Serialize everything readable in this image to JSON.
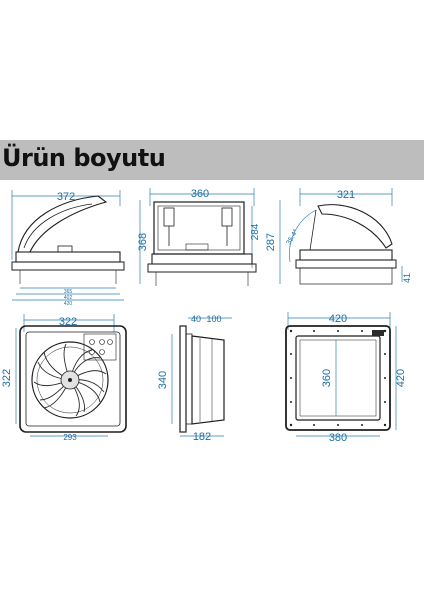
{
  "title": "Ürün boyutu",
  "colors": {
    "banner": "#bdbdbd",
    "dimension": "#1d6fa0",
    "line": "#1f1f1f"
  },
  "side_view_left": {
    "width": "372",
    "base_dims": [
      "365",
      "402",
      "420"
    ]
  },
  "front_view": {
    "width": "360",
    "height": "368",
    "inner_height": "284"
  },
  "side_view_right": {
    "width": "321",
    "height": "287",
    "angle": "35.4°",
    "base": "41"
  },
  "top_view": {
    "width": "322",
    "height": "322",
    "fan_offset": "293"
  },
  "section_view": {
    "flange_a": "40",
    "flange_b": "100",
    "height": "340",
    "depth": "182"
  },
  "bottom_view": {
    "outer_width": "420",
    "inner_height": "360",
    "outer_height": "420",
    "inner_width": "380"
  }
}
